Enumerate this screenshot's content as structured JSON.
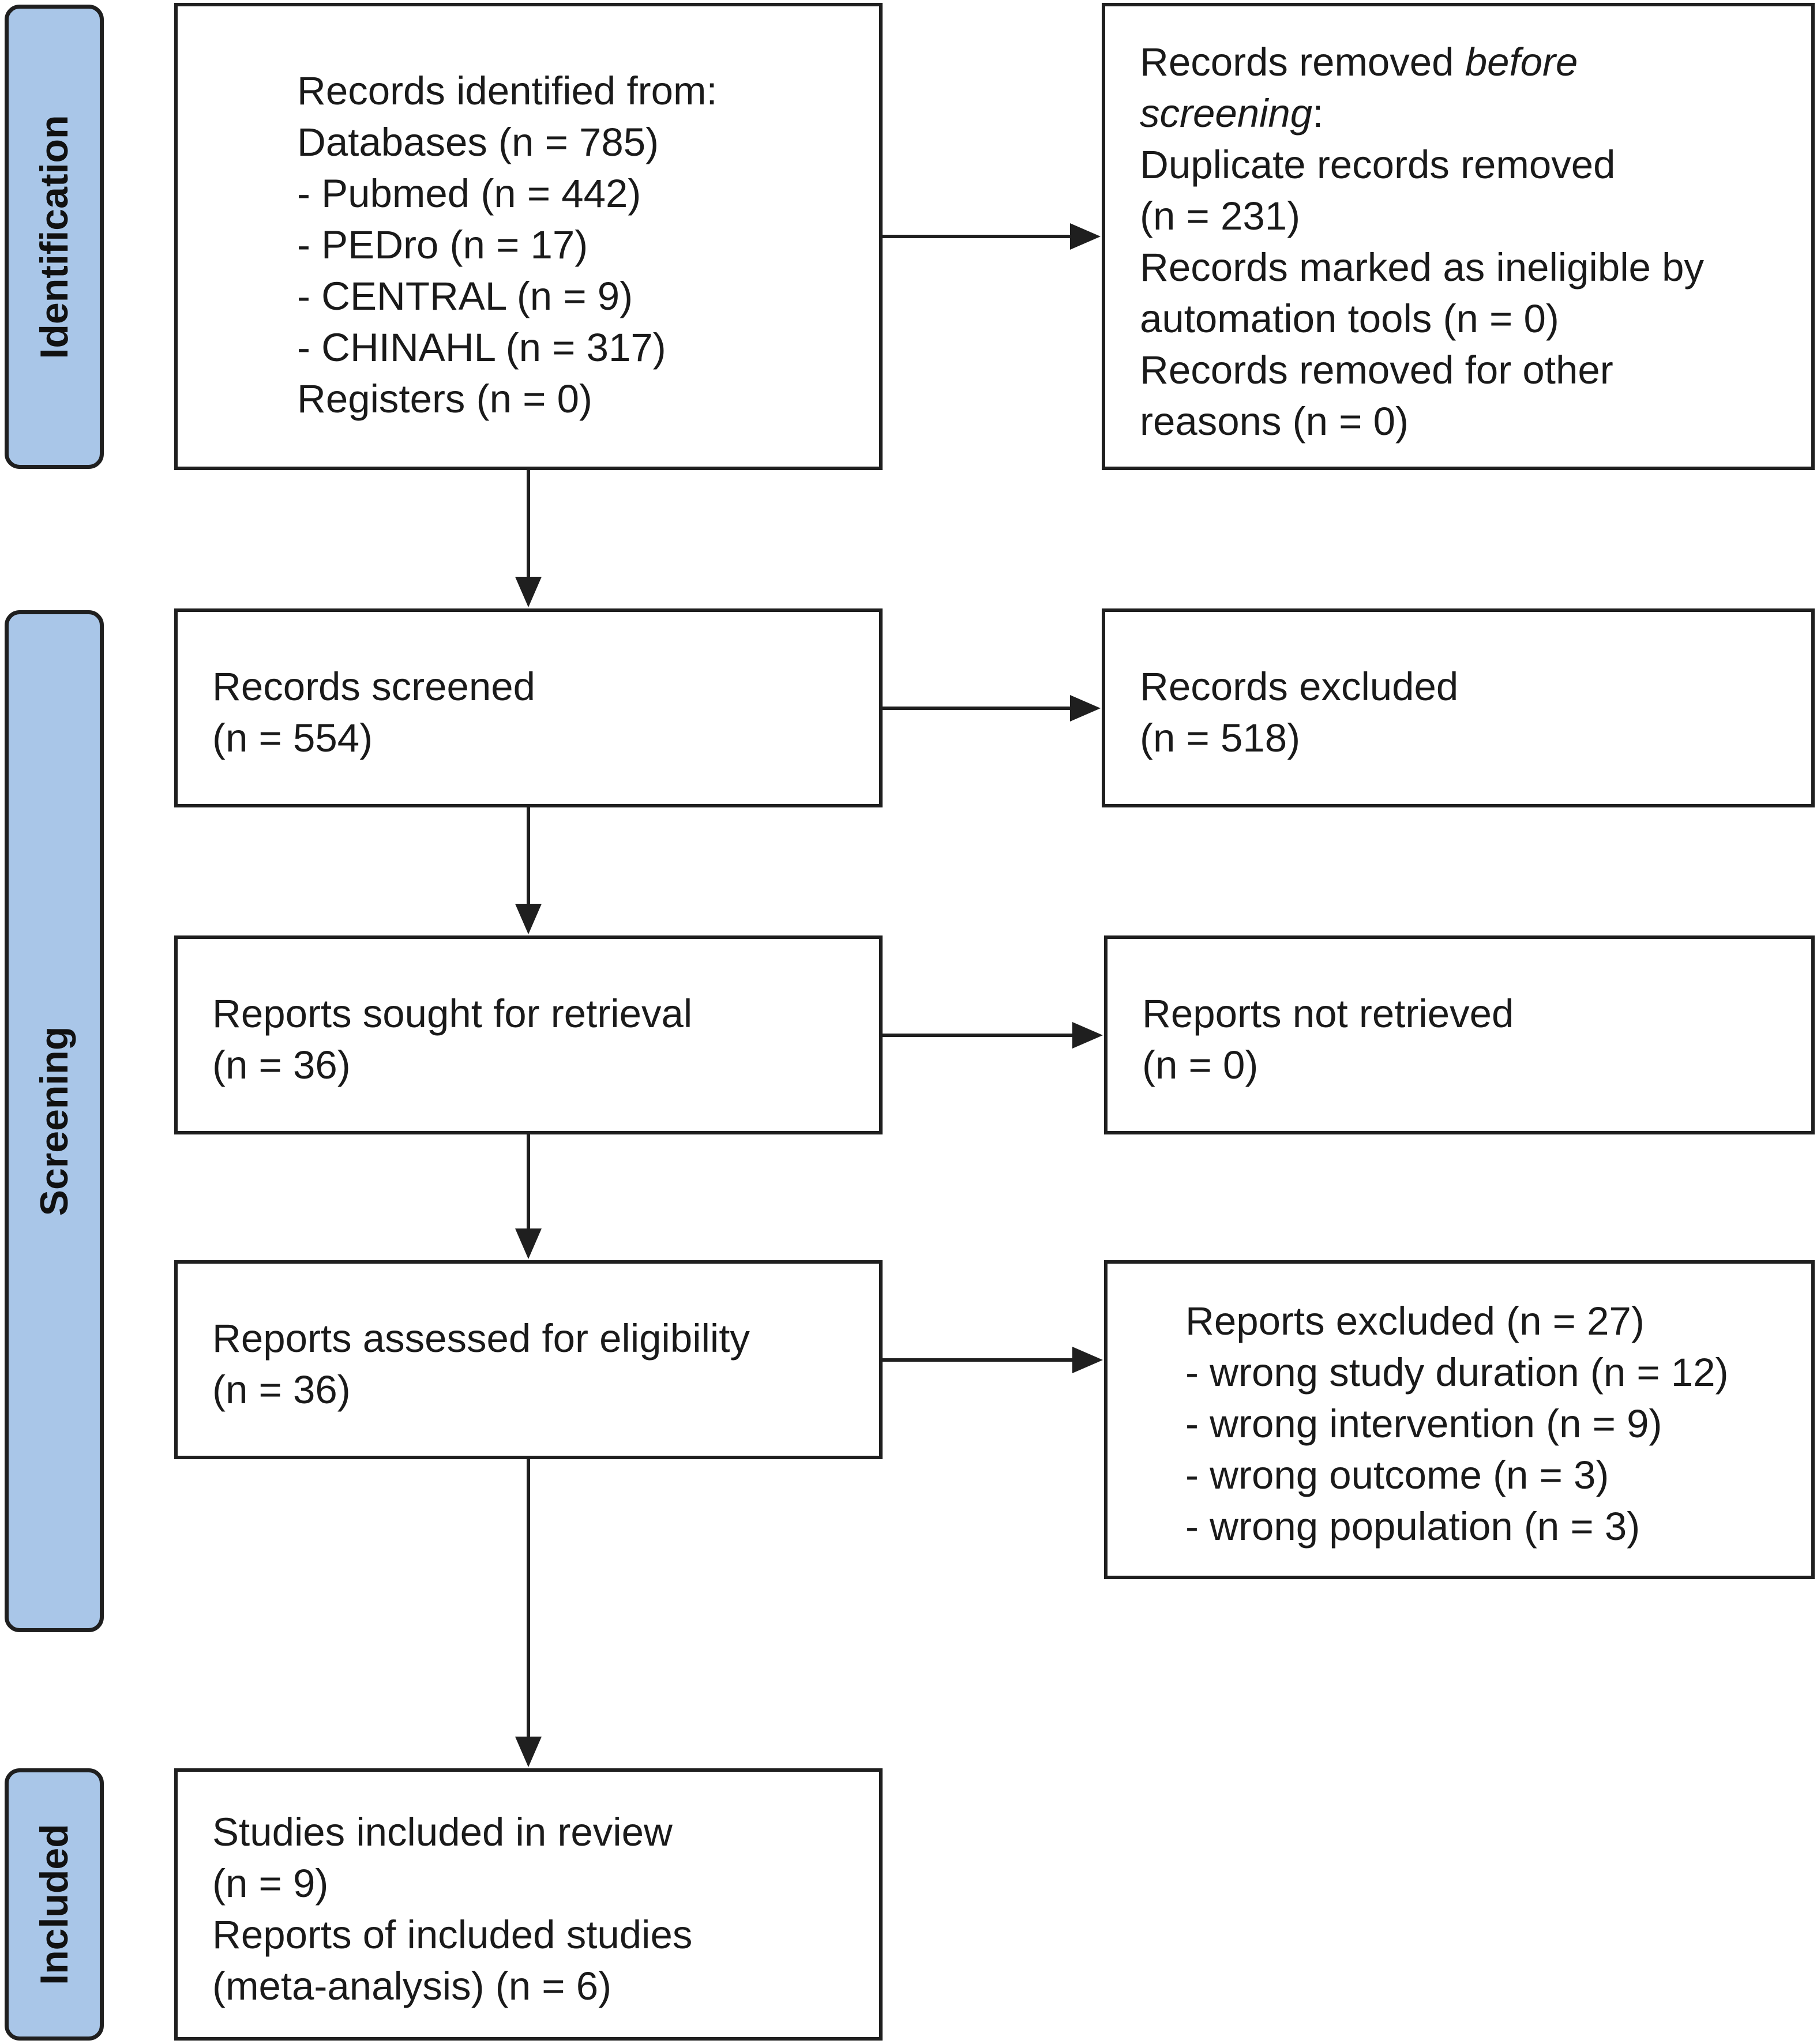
{
  "phases": {
    "identification": "Identification",
    "screening": "Screening",
    "included": "Included"
  },
  "boxes": {
    "identified": {
      "lines": [
        "Records identified from:",
        "Databases (n = 785)",
        "- Pubmed (n = 442)",
        "- PEDro (n = 17)",
        "- CENTRAL (n = 9)",
        "- CHINAHL (n = 317)",
        "Registers (n = 0)"
      ]
    },
    "removed_before": {
      "line1_prefix": "Records removed ",
      "line1_italic": "before",
      "line2_italic": "screening",
      "line2_suffix": ":",
      "lines": [
        "Duplicate records removed",
        "(n = 231)",
        "Records marked as ineligible by",
        "automation tools (n = 0)",
        "Records removed for other",
        "reasons (n = 0)"
      ]
    },
    "screened": {
      "lines": [
        "Records screened",
        "(n = 554)"
      ]
    },
    "excluded": {
      "lines": [
        "Records excluded",
        "(n = 518)"
      ]
    },
    "sought": {
      "lines": [
        "Reports sought for retrieval",
        "(n = 36)"
      ]
    },
    "not_retrieved": {
      "lines": [
        "Reports not retrieved",
        "(n = 0)"
      ]
    },
    "assessed": {
      "lines": [
        "Reports assessed for eligibility",
        "(n = 36)"
      ]
    },
    "reports_excluded": {
      "lines": [
        "Reports excluded (n = 27)",
        "- wrong study duration (n = 12)",
        "- wrong intervention (n = 9)",
        "- wrong outcome (n = 3)",
        "- wrong population (n = 3)"
      ]
    },
    "included": {
      "lines": [
        "Studies included in review",
        "(n = 9)",
        "Reports of included studies",
        "(meta-analysis) (n = 6)"
      ]
    }
  },
  "colors": {
    "phase_fill": "#a9c6e8",
    "stroke": "#1f1f1f"
  }
}
